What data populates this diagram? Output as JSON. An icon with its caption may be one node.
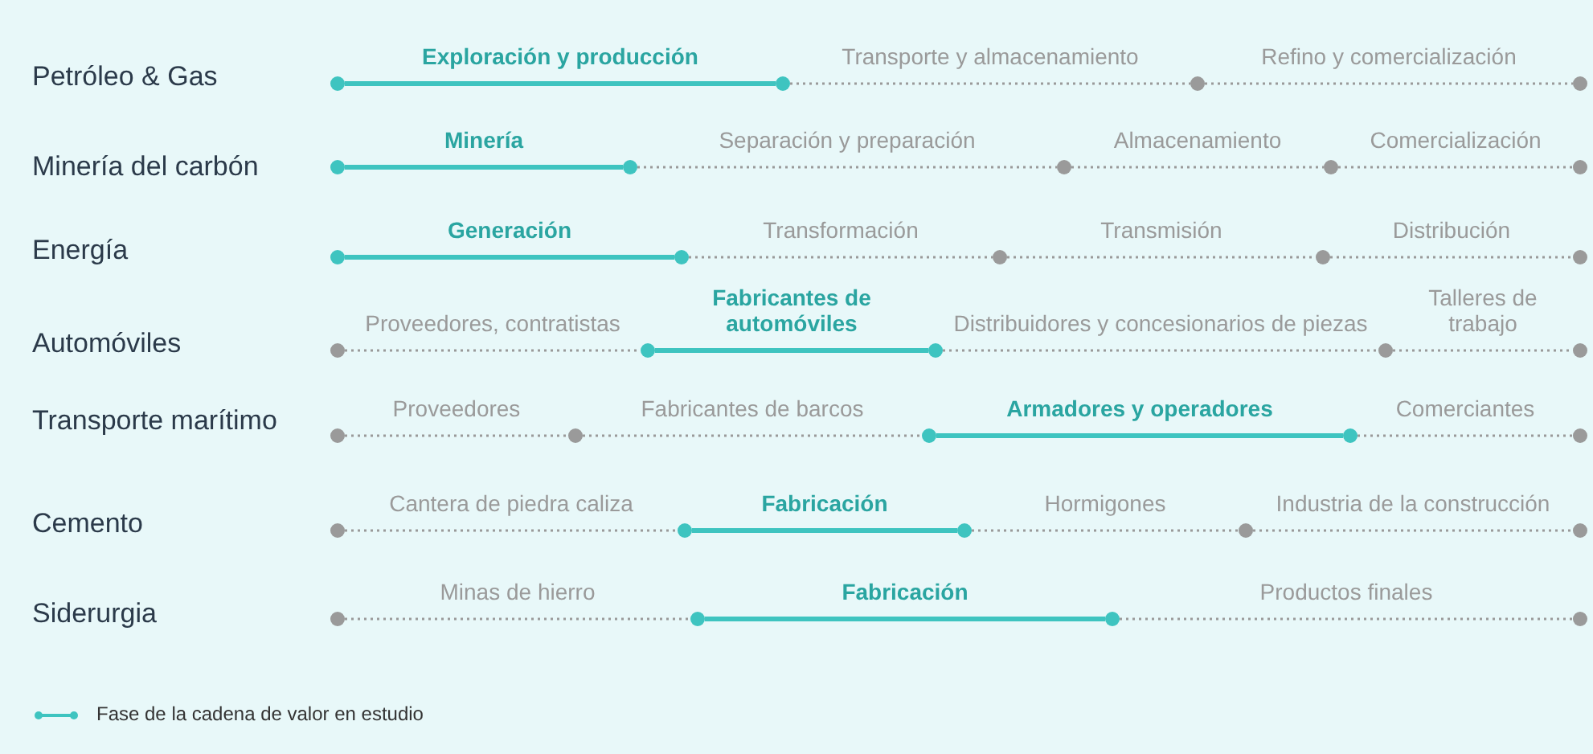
{
  "diagram": {
    "nodes": [
      {
        "text": [],
        "shape": "circle"
      },
      {
        "text": [],
        "shape": "circle"
      },
      {
        "text": [],
        "shape": "circle"
      },
      {
        "text": [],
        "shape": "circle"
      },
      {
        "text": [],
        "shape": "circle"
      },
      {
        "text": [],
        "shape": "circle"
      },
      {
        "text": [],
        "shape": "circle"
      },
      {
        "text": [],
        "shape": "circle"
      },
      {
        "text": [],
        "shape": "circle"
      },
      {
        "text": [],
        "shape": "circle"
      },
      {
        "text": [],
        "shape": "circle"
      },
      {
        "text": [],
        "shape": "circle"
      },
      {
        "text": [],
        "shape": "circle"
      },
      {
        "text": [],
        "shape": "circle"
      },
      {
        "text": [],
        "shape": "circle"
      },
      {
        "text": [],
        "shape": "circle"
      },
      {
        "text": [],
        "shape": "circle"
      },
      {
        "text": [],
        "shape": "circle"
      },
      {
        "text": [],
        "shape": "circle"
      },
      {
        "text": [],
        "shape": "circle"
      },
      {
        "text": [],
        "shape": "circle"
      },
      {
        "text": [],
        "shape": "circle"
      },
      {
        "text": [],
        "shape": "circle"
      },
      {
        "text": [],
        "shape": "circle"
      },
      {
        "text": [],
        "shape": "circle"
      },
      {
        "text": [],
        "shape": "circle"
      },
      {
        "text": [],
        "shape": "circle"
      },
      {
        "text": [],
        "shape": "circle"
      },
      {
        "text": [],
        "shape": "circle"
      },
      {
        "text": [],
        "shape": "circle"
      },
      {
        "text": [],
        "shape": "circle"
      },
      {
        "text": [],
        "shape": "circle"
      },
      {
        "text": [],
        "shape": "circle"
      }
    ],
    "edges": [
      {
        "from": 0,
        "to": 1,
        "arrow": "none",
        "label": "Exploración y producción",
        "style": "thick",
        "color": "#3ec4c0"
      },
      {
        "from": 1,
        "to": 2,
        "arrow": "none",
        "label": "Transporte y almacenamiento",
        "style": "dashed"
      },
      {
        "from": 2,
        "to": 3,
        "arrow": "none",
        "label": "Refino y comercialización",
        "style": "dashed"
      },
      {
        "from": 4,
        "to": 5,
        "arrow": "none",
        "label": "Minería",
        "style": "thick",
        "color": "#3ec4c0"
      },
      {
        "from": 5,
        "to": 6,
        "arrow": "none",
        "label": "Separación y preparación",
        "style": "dashed"
      },
      {
        "from": 6,
        "to": 7,
        "arrow": "none",
        "label": "Almacenamiento",
        "style": "dashed"
      },
      {
        "from": 7,
        "to": 8,
        "arrow": "none",
        "label": "Comercialización",
        "style": "dashed"
      },
      {
        "from": 9,
        "to": 10,
        "arrow": "none",
        "label": "Generación",
        "style": "thick",
        "color": "#3ec4c0"
      },
      {
        "from": 10,
        "to": 11,
        "arrow": "none",
        "label": "Transformación",
        "style": "dashed"
      },
      {
        "from": 11,
        "to": 12,
        "arrow": "none",
        "label": "Transmisión",
        "style": "dashed"
      },
      {
        "from": 12,
        "to": 13,
        "arrow": "none",
        "label": "Distribución",
        "style": "dashed"
      },
      {
        "from": 14,
        "to": 15,
        "arrow": "none",
        "label": "Proveedores, contratistas",
        "style": "dashed"
      },
      {
        "from": 15,
        "to": 16,
        "arrow": "none",
        "label": "Fabricantes de automóviles",
        "style": "thick",
        "color": "#3ec4c0"
      },
      {
        "from": 16,
        "to": 17,
        "arrow": "none",
        "label": "Distribuidores y concesionarios de piezas",
        "style": "dashed"
      },
      {
        "from": 17,
        "to": 18,
        "arrow": "none",
        "label": "Talleres de trabajo",
        "style": "dashed"
      },
      {
        "from": 19,
        "to": 20,
        "arrow": "none",
        "label": "Proveedores",
        "style": "dashed"
      },
      {
        "from": 20,
        "to": 21,
        "arrow": "none",
        "label": "Fabricantes de barcos",
        "style": "dashed"
      },
      {
        "from": 21,
        "to": 22,
        "arrow": "none",
        "label": "Armadores y operadores",
        "style": "thick",
        "color": "#3ec4c0"
      },
      {
        "from": 22,
        "to": 23,
        "arrow": "none",
        "label": "Comerciantes",
        "style": "dashed"
      },
      {
        "from": 24,
        "to": 25,
        "arrow": "none",
        "label": "Cantera de piedra caliza",
        "style": "dashed"
      },
      {
        "from": 25,
        "to": 26,
        "arrow": "none",
        "label": "Fabricación",
        "style": "thick",
        "color": "#3ec4c0"
      },
      {
        "from": 26,
        "to": 27,
        "arrow": "none",
        "label": "Hormigones",
        "style": "dashed"
      },
      {
        "from": 27,
        "to": 28,
        "arrow": "none",
        "label": "Industria de la construcción",
        "style": "dashed"
      },
      {
        "from": 29,
        "to": 30,
        "arrow": "none",
        "label": "Minas de hierro",
        "style": "dashed"
      },
      {
        "from": 30,
        "to": 31,
        "arrow": "none",
        "label": "Fabricación",
        "style": "thick",
        "color": "#3ec4c0"
      },
      {
        "from": 31,
        "to": 32,
        "arrow": "none",
        "label": "Productos finales",
        "style": "dashed"
      }
    ],
    "labels": [
      "Petróleo & Gas",
      "Minería del carbón",
      "Energía",
      "Automóviles",
      "Transporte marítimo",
      "Cemento",
      "Siderurgia"
    ],
    "legend": [
      {
        "text": "Fase de la cadena de valor en estudio"
      }
    ]
  }
}
